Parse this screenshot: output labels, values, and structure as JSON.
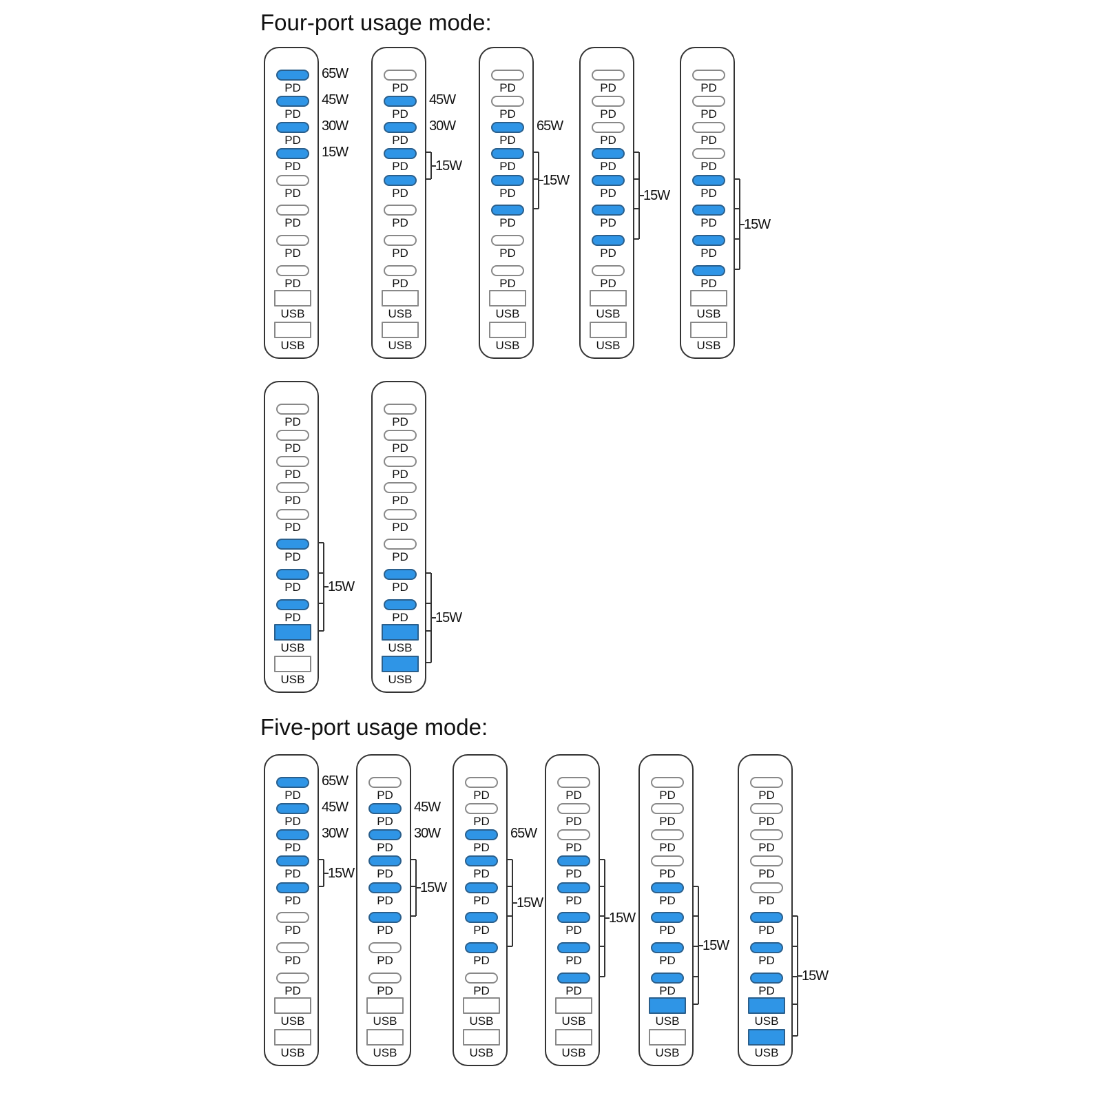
{
  "sections": [
    {
      "title": "Four-port usage mode:",
      "chargers": [
        {
          "ports": {
            "pd_label": "PD",
            "usb_label": "USB"
          },
          "individual": [
            {
              "port": 0,
              "label": "65W"
            },
            {
              "port": 1,
              "label": "45W"
            },
            {
              "port": 2,
              "label": "30W"
            },
            {
              "port": 3,
              "label": "15W"
            }
          ],
          "group": null
        },
        {
          "individual": [
            {
              "port": 1,
              "label": "45W"
            },
            {
              "port": 2,
              "label": "30W"
            }
          ],
          "group": {
            "ports": [
              3,
              4
            ],
            "label": "15W"
          }
        },
        {
          "individual": [
            {
              "port": 2,
              "label": "65W"
            }
          ],
          "group": {
            "ports": [
              3,
              4,
              5
            ],
            "label": "15W"
          }
        },
        {
          "individual": [],
          "group": {
            "ports": [
              3,
              4,
              5,
              6
            ],
            "label": "15W"
          }
        },
        {
          "individual": [],
          "group": {
            "ports": [
              4,
              5,
              6,
              7
            ],
            "label": "15W"
          }
        },
        {
          "individual": [],
          "group": {
            "ports": [
              5,
              6,
              7,
              8
            ],
            "label": "15W"
          }
        },
        {
          "individual": [],
          "group": {
            "ports": [
              6,
              7,
              8,
              9
            ],
            "label": "15W"
          }
        }
      ]
    },
    {
      "title": "Five-port usage mode:",
      "chargers": [
        {
          "individual": [
            {
              "port": 0,
              "label": "65W"
            },
            {
              "port": 1,
              "label": "45W"
            },
            {
              "port": 2,
              "label": "30W"
            }
          ],
          "group": {
            "ports": [
              3,
              4
            ],
            "label": "15W"
          }
        },
        {
          "individual": [
            {
              "port": 1,
              "label": "45W"
            },
            {
              "port": 2,
              "label": "30W"
            }
          ],
          "group": {
            "ports": [
              3,
              4,
              5
            ],
            "label": "15W"
          }
        },
        {
          "individual": [
            {
              "port": 2,
              "label": "65W"
            }
          ],
          "group": {
            "ports": [
              3,
              4,
              5,
              6
            ],
            "label": "15W"
          }
        },
        {
          "individual": [],
          "group": {
            "ports": [
              3,
              4,
              5,
              6,
              7
            ],
            "label": "15W"
          }
        },
        {
          "individual": [],
          "group": {
            "ports": [
              4,
              5,
              6,
              7,
              8
            ],
            "label": "15W"
          }
        },
        {
          "individual": [],
          "group": {
            "ports": [
              5,
              6,
              7,
              8,
              9
            ],
            "label": "15W"
          }
        }
      ]
    }
  ],
  "port_types": [
    "PD",
    "PD",
    "PD",
    "PD",
    "PD",
    "PD",
    "PD",
    "PD",
    "USB",
    "USB"
  ],
  "colors": {
    "active": "#2f95e6",
    "inactive": "#ffffff",
    "outline": "#333333"
  }
}
